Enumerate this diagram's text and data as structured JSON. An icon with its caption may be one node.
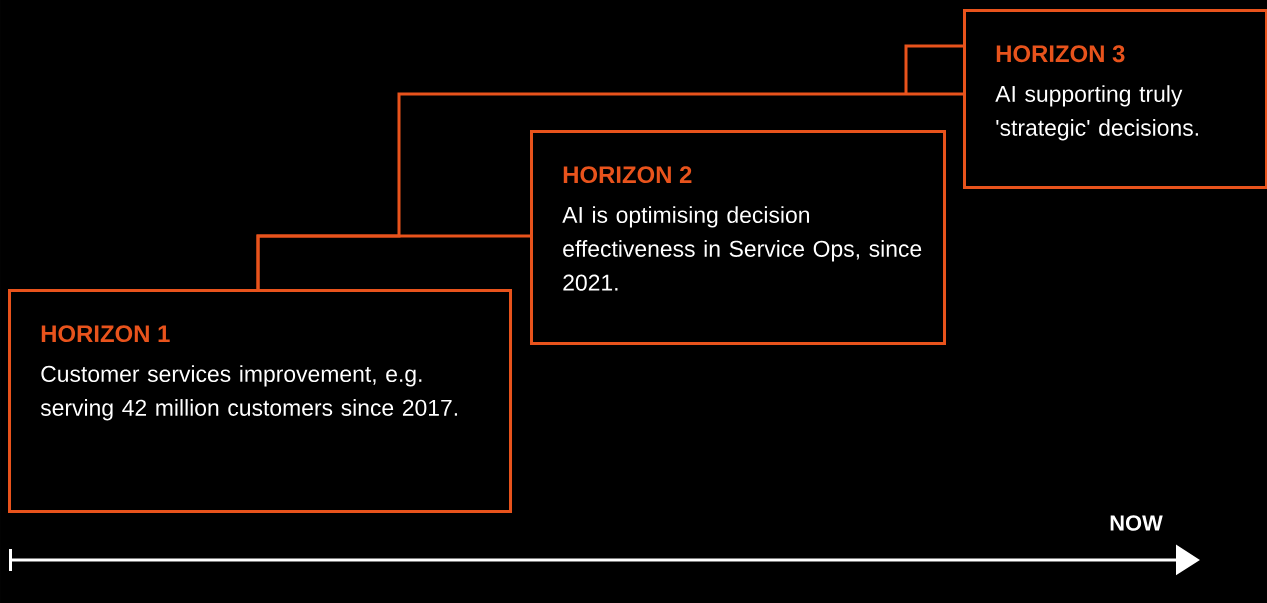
{
  "diagram": {
    "nodes": [
      {
        "text": [
          "HORIZON 1",
          "Customer services improvement, e.g. serving 42 million customers since 2017."
        ]
      },
      {
        "text": [
          "HORIZON 2",
          "AI is optimising decision effectiveness in Service Ops, since 2021."
        ]
      },
      {
        "text": [
          "HORIZON 3",
          "AI supporting truly 'strategic' decisions."
        ]
      }
    ],
    "edges": [
      {
        "from": 0,
        "to": 1,
        "arrow": "none"
      },
      {
        "from": 0,
        "to": 2,
        "arrow": "none"
      }
    ],
    "labels": [
      "NOW"
    ]
  }
}
